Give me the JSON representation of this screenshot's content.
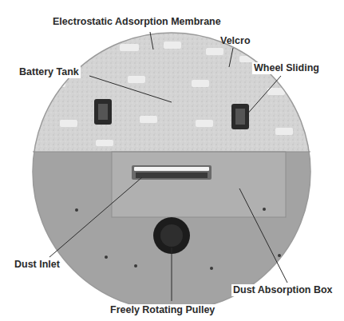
{
  "diagram": {
    "labels": [
      "Electrostatic Adsorption Membrane",
      "Velcro",
      "Battery Tank",
      "Wheel Sliding",
      "Dust Inlet",
      "Dust Absorption Box",
      "Freely Rotating Pulley"
    ]
  }
}
